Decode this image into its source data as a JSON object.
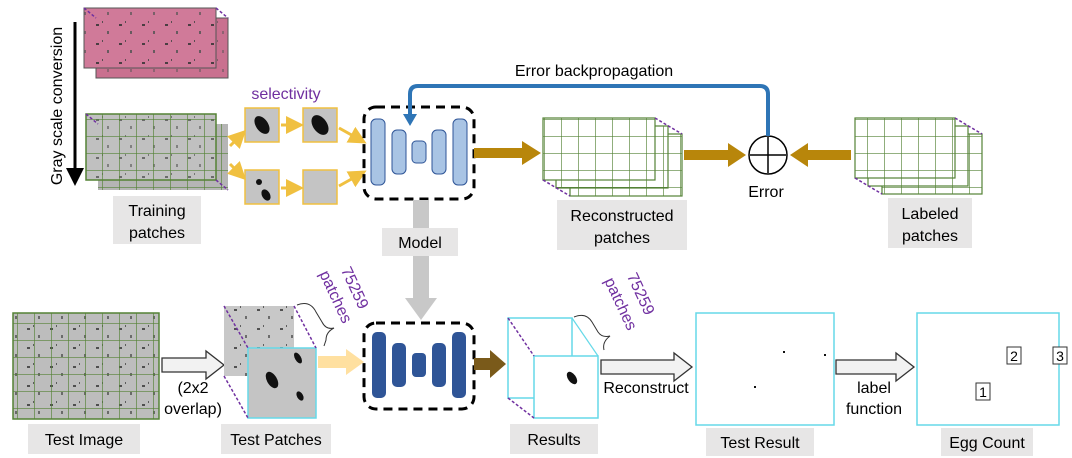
{
  "labels": {
    "gray_conversion": "Gray scale conversion",
    "selectivity": "selectivity",
    "training_patches_1": "Training",
    "training_patches_2": "patches",
    "error_backprop": "Error backpropagation",
    "model": "Model",
    "reconstructed_1": "Reconstructed",
    "reconstructed_2": "patches",
    "error": "Error",
    "labeled_1": "Labeled",
    "labeled_2": "patches",
    "test_image": "Test Image",
    "overlap_1": "(2x2",
    "overlap_2": "overlap)",
    "test_patches": "Test Patches",
    "count_1": "75259",
    "count_2": "patches",
    "results": "Results",
    "count_3": "75259",
    "count_4": "patches",
    "reconstruct": "Reconstruct",
    "test_result": "Test Result",
    "label_fn_1": "label",
    "label_fn_2": "function",
    "egg_count": "Egg Count",
    "egg_1": "1",
    "egg_2": "2",
    "egg_3": "3"
  },
  "colors": {
    "purple_text": "#7030a0",
    "grid_green": "#548235",
    "arrow_gold": "#b8860b",
    "blue_line": "#2e75b6",
    "light_blue": "#a9c4e4",
    "dark_blue": "#2f5597",
    "label_bg": "#e7e6e6",
    "cyan": "#66d9e8"
  }
}
